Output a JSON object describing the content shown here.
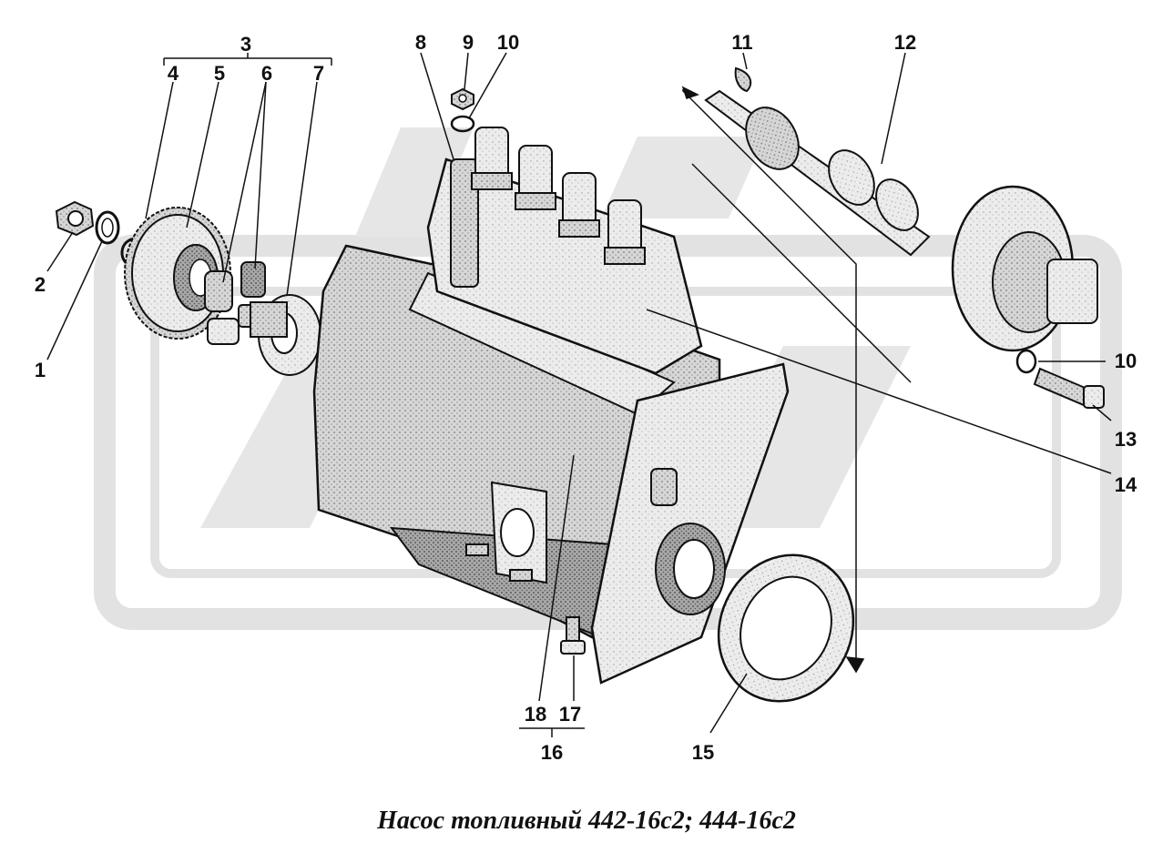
{
  "caption": "Насос топливный 442-16с2; 444-16с2",
  "watermark": {
    "icon": "gaz-logo-watermark",
    "color": "#e4e4e4"
  },
  "callouts": {
    "c1": "1",
    "c2": "2",
    "c3": "3",
    "c4": "4",
    "c5": "5",
    "c6": "6",
    "c7": "7",
    "c8": "8",
    "c9": "9",
    "c10a": "10",
    "c10b": "10",
    "c11": "11",
    "c12": "12",
    "c13": "13",
    "c14": "14",
    "c15": "15",
    "c16": "16",
    "c17": "17",
    "c18": "18"
  }
}
